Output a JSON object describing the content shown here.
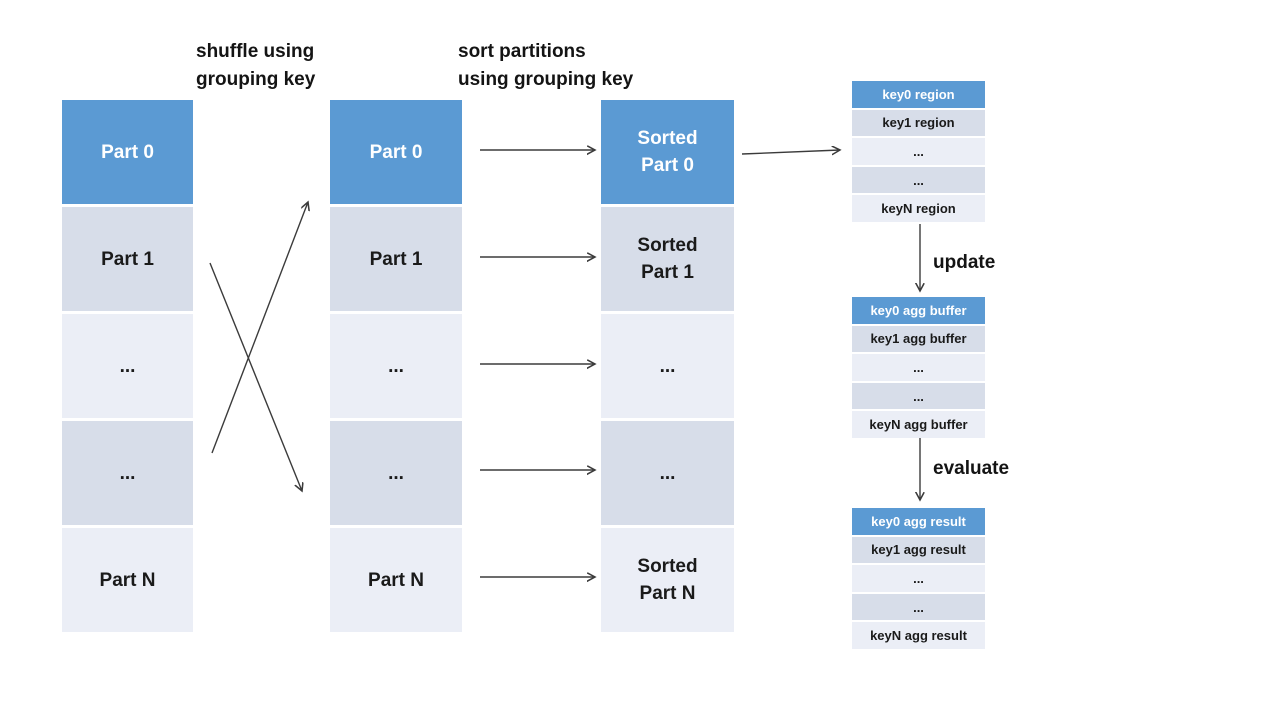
{
  "diagram": {
    "title_shuffle": "shuffle using\ngrouping key",
    "title_sort": "sort partitions\nusing grouping key",
    "update_label": "update",
    "evaluate_label": "evaluate"
  },
  "colors": {
    "accent_blue": "#5b9ad3",
    "band_dark": "#d7dde9",
    "band_light": "#ebeef6",
    "header_text": "#ffffff",
    "body_text": "#1a1a1a",
    "arrow": "#3b3b3b"
  },
  "input_partitions": {
    "cells": [
      "Part 0",
      "Part 1",
      "...",
      "...",
      "Part N"
    ]
  },
  "shuffled_partitions": {
    "cells": [
      "Part 0",
      "Part 1",
      "...",
      "...",
      "Part N"
    ]
  },
  "sorted_partitions": {
    "cells": [
      "Sorted\nPart 0",
      "Sorted\nPart 1",
      "...",
      "...",
      "Sorted\nPart N"
    ]
  },
  "key_region_table": {
    "rows": [
      "key0 region",
      "key1 region",
      "...",
      "...",
      "keyN region"
    ]
  },
  "agg_buffer_table": {
    "rows": [
      "key0 agg buffer",
      "key1 agg buffer",
      "...",
      "...",
      "keyN agg buffer"
    ]
  },
  "agg_result_table": {
    "rows": [
      "key0 agg result",
      "key1 agg result",
      "...",
      "...",
      "keyN agg result"
    ]
  }
}
